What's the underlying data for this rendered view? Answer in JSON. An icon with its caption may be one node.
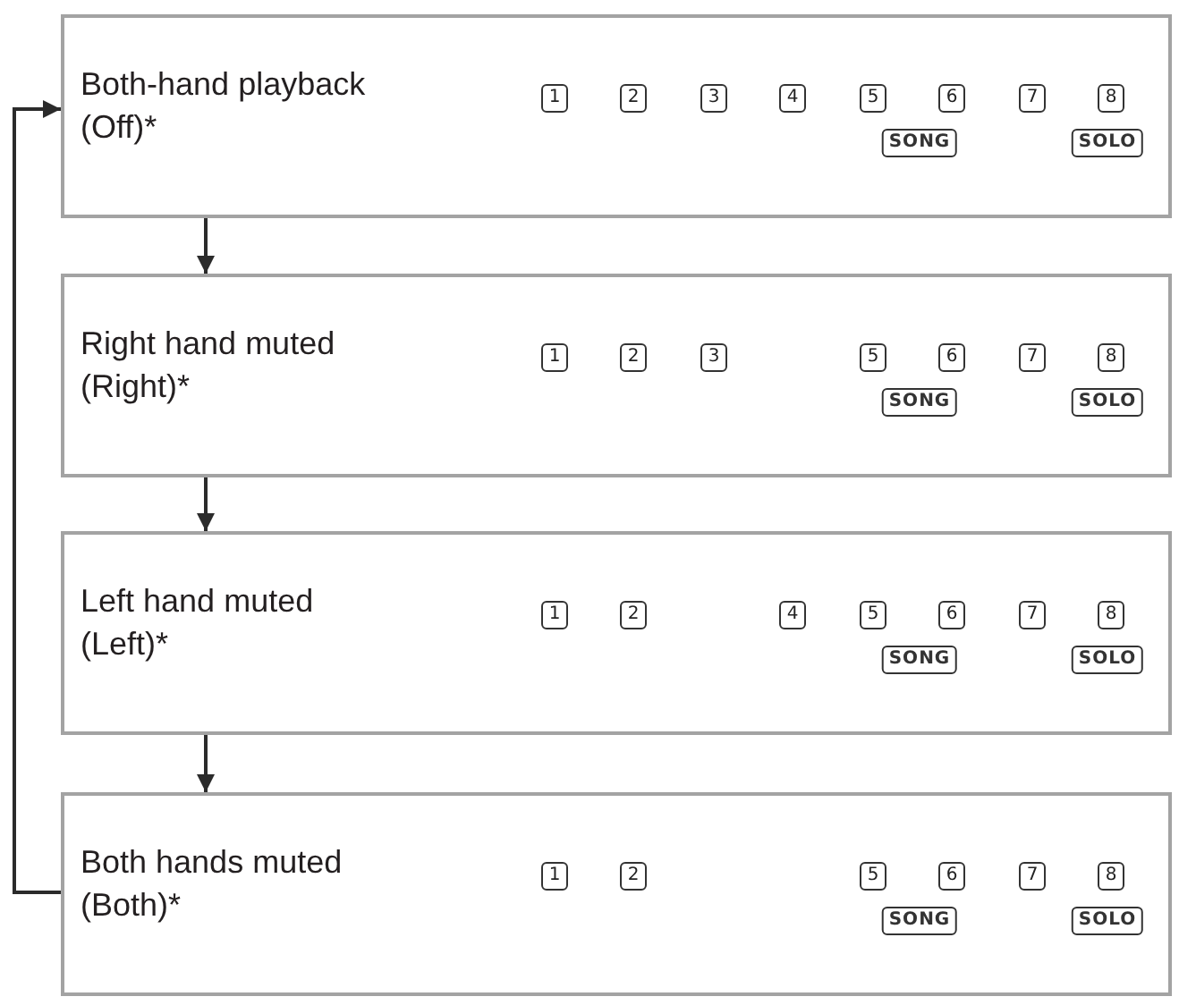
{
  "diagram": {
    "nodes": [
      {
        "text": [
          "Both-hand playback",
          "(Off)*"
        ]
      },
      {
        "text": [
          "1"
        ],
        "in": 0
      },
      {
        "text": [
          "2"
        ],
        "in": 0
      },
      {
        "text": [
          "3"
        ],
        "in": 0
      },
      {
        "text": [
          "4"
        ],
        "in": 0
      },
      {
        "text": [
          "5"
        ],
        "in": 0
      },
      {
        "text": [
          "6"
        ],
        "in": 0
      },
      {
        "text": [
          "7"
        ],
        "in": 0
      },
      {
        "text": [
          "8"
        ],
        "in": 0
      },
      {
        "text": [
          "SONG"
        ],
        "in": 0
      },
      {
        "text": [
          "SOLO"
        ],
        "in": 0
      },
      {
        "text": [
          "Right hand muted",
          "(Right)*"
        ]
      },
      {
        "text": [
          "1"
        ],
        "in": 11
      },
      {
        "text": [
          "2"
        ],
        "in": 11
      },
      {
        "text": [
          "3"
        ],
        "in": 11
      },
      {
        "text": [
          "5"
        ],
        "in": 11
      },
      {
        "text": [
          "6"
        ],
        "in": 11
      },
      {
        "text": [
          "7"
        ],
        "in": 11
      },
      {
        "text": [
          "8"
        ],
        "in": 11
      },
      {
        "text": [
          "SONG"
        ],
        "in": 11
      },
      {
        "text": [
          "SOLO"
        ],
        "in": 11
      },
      {
        "text": [
          "Left hand muted",
          "(Left)*"
        ]
      },
      {
        "text": [
          "1"
        ],
        "in": 21
      },
      {
        "text": [
          "2"
        ],
        "in": 21
      },
      {
        "text": [
          "4"
        ],
        "in": 21
      },
      {
        "text": [
          "5"
        ],
        "in": 21
      },
      {
        "text": [
          "6"
        ],
        "in": 21
      },
      {
        "text": [
          "7"
        ],
        "in": 21
      },
      {
        "text": [
          "8"
        ],
        "in": 21
      },
      {
        "text": [
          "SONG"
        ],
        "in": 21
      },
      {
        "text": [
          "SOLO"
        ],
        "in": 21
      },
      {
        "text": [
          "Both hands muted",
          "(Both)*"
        ]
      },
      {
        "text": [
          "1"
        ],
        "in": 31
      },
      {
        "text": [
          "2"
        ],
        "in": 31
      },
      {
        "text": [
          "5"
        ],
        "in": 31
      },
      {
        "text": [
          "6"
        ],
        "in": 31
      },
      {
        "text": [
          "7"
        ],
        "in": 31
      },
      {
        "text": [
          "8"
        ],
        "in": 31
      },
      {
        "text": [
          "SONG"
        ],
        "in": 31
      },
      {
        "text": [
          "SOLO"
        ],
        "in": 31
      }
    ],
    "edges": [
      {
        "from": 0,
        "to": 11,
        "arrow": "to"
      },
      {
        "from": 11,
        "to": 21,
        "arrow": "to"
      },
      {
        "from": 21,
        "to": 31,
        "arrow": "to"
      },
      {
        "from": 31,
        "to": 0,
        "arrow": "to"
      }
    ]
  }
}
